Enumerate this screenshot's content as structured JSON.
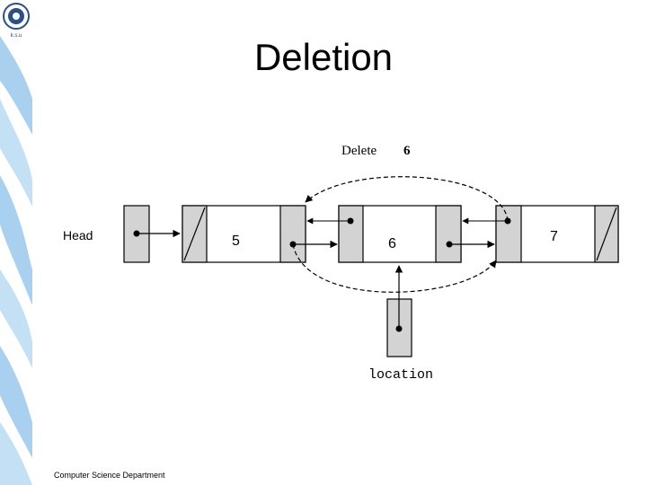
{
  "slide": {
    "title": "Deletion",
    "footer": "Computer Science Department"
  },
  "logo": {
    "caption": "k.s.u"
  },
  "diagram": {
    "delete_label": "Delete",
    "delete_value": "6",
    "head_label": "Head",
    "location_label": "location",
    "nodes": [
      {
        "value": "5"
      },
      {
        "value": "6"
      },
      {
        "value": "7"
      }
    ]
  },
  "colors": {
    "node_fill": "#d3d3d3",
    "stroke": "#000000",
    "decoration_blue": "#a9d1ef"
  }
}
